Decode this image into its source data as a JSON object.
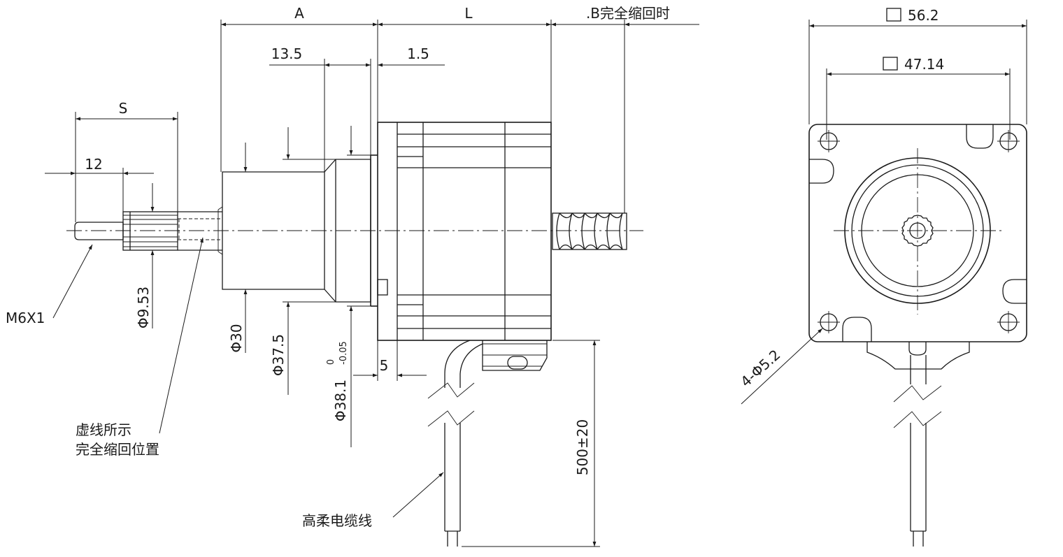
{
  "labels": {
    "A": "A",
    "L": "L",
    "B_retracted": ".B完全缩回时",
    "s": "S",
    "d_13_5": "13.5",
    "d_1_5": "1.5",
    "d_12": "12",
    "d_5": "5",
    "m6x1": "M6X1",
    "phi_9_53": "Φ9.53",
    "phi_30": "Φ30",
    "phi_37_5": "Φ37.5",
    "phi_38_1": "Φ38.1",
    "tol_upper": "0",
    "tol_lower": "-0.05",
    "dashed_note_line1": "虚线所示",
    "dashed_note_line2": "完全缩回位置",
    "cable_note": "高柔电缆线",
    "cable_length": "500±20",
    "square_56_2": "56.2",
    "square_47_14": "47.14",
    "holes": "4-Φ5.2"
  },
  "colors": {
    "line": "#1a1a1a",
    "background": "#ffffff"
  }
}
